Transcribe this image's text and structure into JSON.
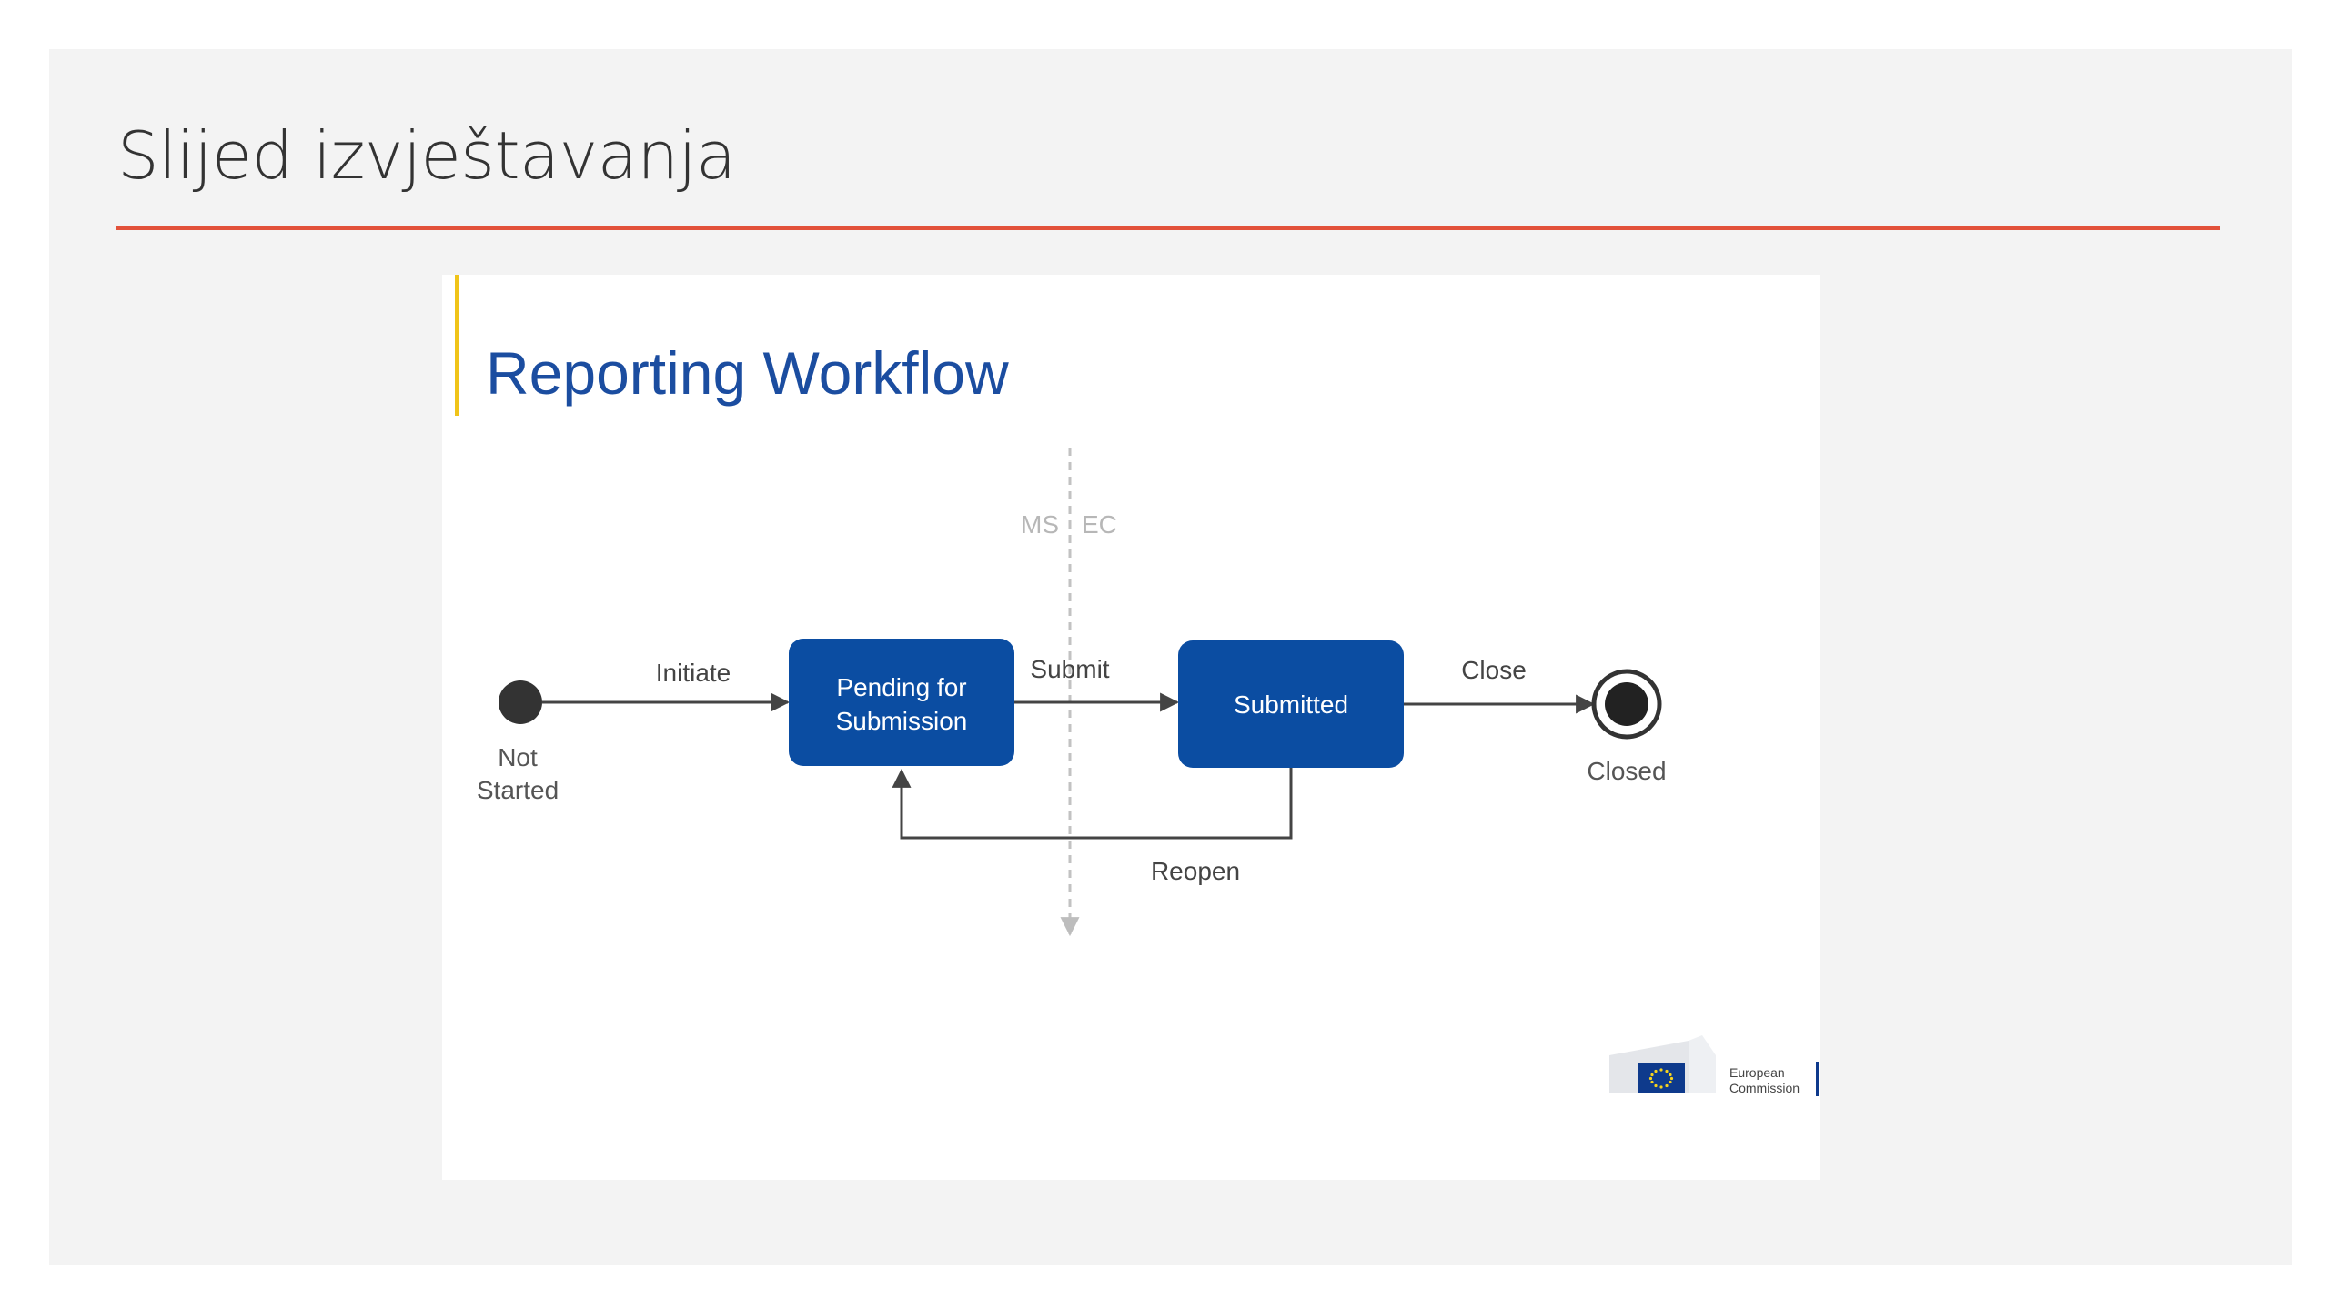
{
  "slide": {
    "title": "Slijed izvještavanja"
  },
  "embed": {
    "title": "Reporting Workflow"
  },
  "diagram": {
    "lanes": {
      "left": "MS",
      "right": "EC"
    },
    "start": {
      "label_line1": "Not",
      "label_line2": "Started"
    },
    "transitions": {
      "initiate": "Initiate",
      "submit": "Submit",
      "close": "Close",
      "reopen": "Reopen"
    },
    "states": {
      "pending_line1": "Pending for",
      "pending_line2": "Submission",
      "submitted": "Submitted"
    },
    "end": {
      "label": "Closed"
    }
  },
  "logo": {
    "line1": "European",
    "line2": "Commission"
  },
  "colors": {
    "accent_rule": "#e2513a",
    "state_fill": "#0b4da2",
    "title_blue": "#1b4da0",
    "title_accent": "#f0c419"
  }
}
